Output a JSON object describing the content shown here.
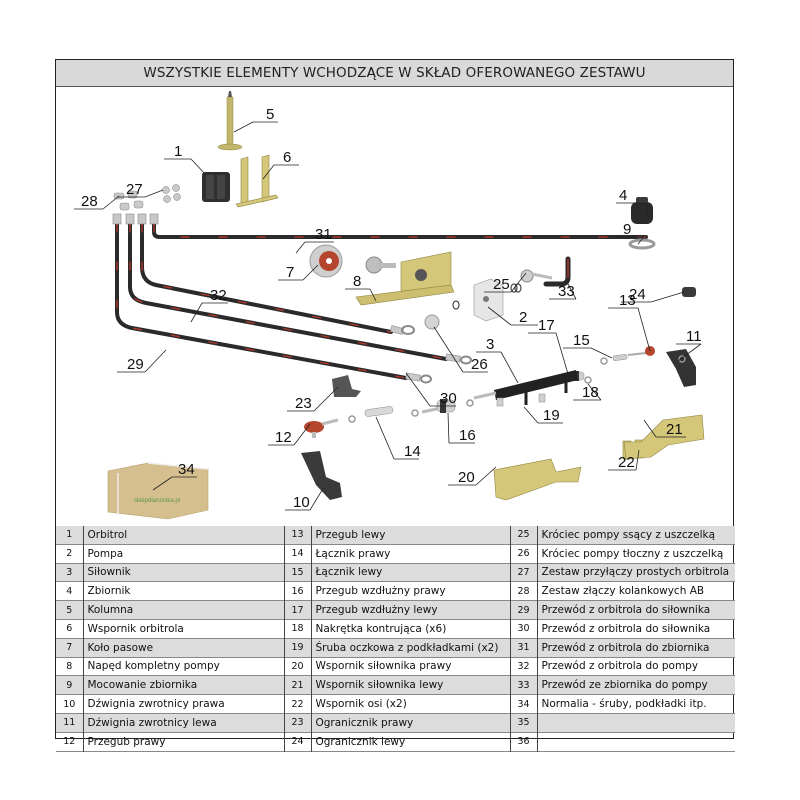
{
  "title": "WSZYSTKIE ELEMENTY WCHODZĄCE W SKŁAD OFEROWANEGO ZESTAWU",
  "diagram": {
    "callouts": [
      "1",
      "2",
      "3",
      "4",
      "5",
      "6",
      "7",
      "8",
      "9",
      "10",
      "11",
      "12",
      "13",
      "14",
      "15",
      "16",
      "17",
      "18",
      "19",
      "20",
      "21",
      "22",
      "23",
      "24",
      "25",
      "26",
      "27",
      "28",
      "29",
      "30",
      "31",
      "32",
      "33",
      "34"
    ],
    "box_brand_text": "sklepdlarolnika.pl",
    "colors": {
      "hose": "#2a2a2a",
      "hose_stripe": "#c0392b",
      "bracket": "#c8b460",
      "metal": "#c9c9c9",
      "red_part": "#b5452c",
      "dark_part": "#3a3a3a",
      "box": "#d6bf8e"
    }
  },
  "parts": [
    {
      "no": "1",
      "name": "Orbitrol"
    },
    {
      "no": "2",
      "name": "Pompa"
    },
    {
      "no": "3",
      "name": "Siłownik"
    },
    {
      "no": "4",
      "name": "Zbiornik"
    },
    {
      "no": "5",
      "name": "Kolumna"
    },
    {
      "no": "6",
      "name": "Wspornik orbitrola"
    },
    {
      "no": "7",
      "name": "Koło pasowe"
    },
    {
      "no": "8",
      "name": "Napęd kompletny pompy"
    },
    {
      "no": "9",
      "name": "Mocowanie zbiornika"
    },
    {
      "no": "10",
      "name": "Dźwignia zwrotnicy prawa"
    },
    {
      "no": "11",
      "name": "Dźwignia zwrotnicy lewa"
    },
    {
      "no": "12",
      "name": "Przegub prawy"
    },
    {
      "no": "13",
      "name": "Przegub lewy"
    },
    {
      "no": "14",
      "name": "Łącznik prawy"
    },
    {
      "no": "15",
      "name": "Łącznik lewy"
    },
    {
      "no": "16",
      "name": "Przegub wzdłużny prawy"
    },
    {
      "no": "17",
      "name": "Przegub wzdłużny lewy"
    },
    {
      "no": "18",
      "name": "Nakrętka kontrująca (x6)"
    },
    {
      "no": "19",
      "name": "Śruba oczkowa z podkładkami (x2)"
    },
    {
      "no": "20",
      "name": "Wspornik siłownika prawy"
    },
    {
      "no": "21",
      "name": "Wspornik siłownika lewy"
    },
    {
      "no": "22",
      "name": "Wspornik osi (x2)"
    },
    {
      "no": "23",
      "name": "Ogranicznik prawy"
    },
    {
      "no": "24",
      "name": "Ogranicznik lewy"
    },
    {
      "no": "25",
      "name": "Króciec pompy ssący z uszczelką"
    },
    {
      "no": "26",
      "name": "Króciec pompy tłoczny z uszczelką"
    },
    {
      "no": "27",
      "name": "Zestaw przyłączy prostych orbitrola"
    },
    {
      "no": "28",
      "name": "Zestaw złączy kolankowych AB"
    },
    {
      "no": "29",
      "name": "Przewód z orbitrola do siłownika"
    },
    {
      "no": "30",
      "name": "Przewód z orbitrola do siłownika"
    },
    {
      "no": "31",
      "name": "Przewód z orbitrola do zbiornika"
    },
    {
      "no": "32",
      "name": "Przewód z orbitrola do pompy"
    },
    {
      "no": "33",
      "name": "Przewód ze zbiornika do pompy"
    },
    {
      "no": "34",
      "name": "Normalia - śruby, podkładki itp."
    },
    {
      "no": "35",
      "name": ""
    },
    {
      "no": "36",
      "name": ""
    }
  ]
}
